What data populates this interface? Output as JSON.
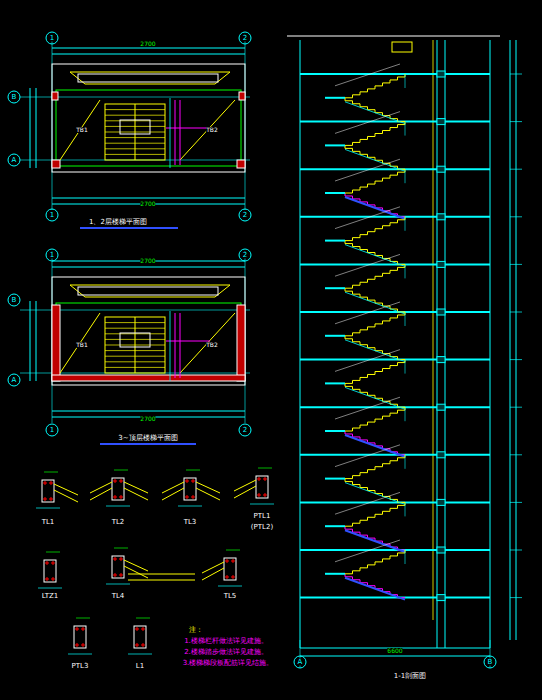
{
  "diagram": {
    "labels": [
      "1、2层楼梯平面图",
      "3~顶层楼梯平面图",
      "1-1剖面图",
      "TL1",
      "TL2",
      "TL3",
      "PTL1",
      "(PTL2)",
      "LTZ1",
      "TL4",
      "TL5",
      "PTL3",
      "L1",
      "注：",
      "1.楼梯栏杆做法详见建施。",
      "2.楼梯踏步做法详见建施。",
      "3.楼梯梯段板配筋详见结施。",
      "1",
      "2",
      "1",
      "2",
      "B",
      "A",
      "1",
      "2",
      "1",
      "2",
      "B",
      "A",
      "A",
      "B",
      "2700",
      "2700",
      "2700",
      "2700",
      "6600",
      "TB1",
      "TB2",
      "TB1",
      "TB2"
    ]
  }
}
